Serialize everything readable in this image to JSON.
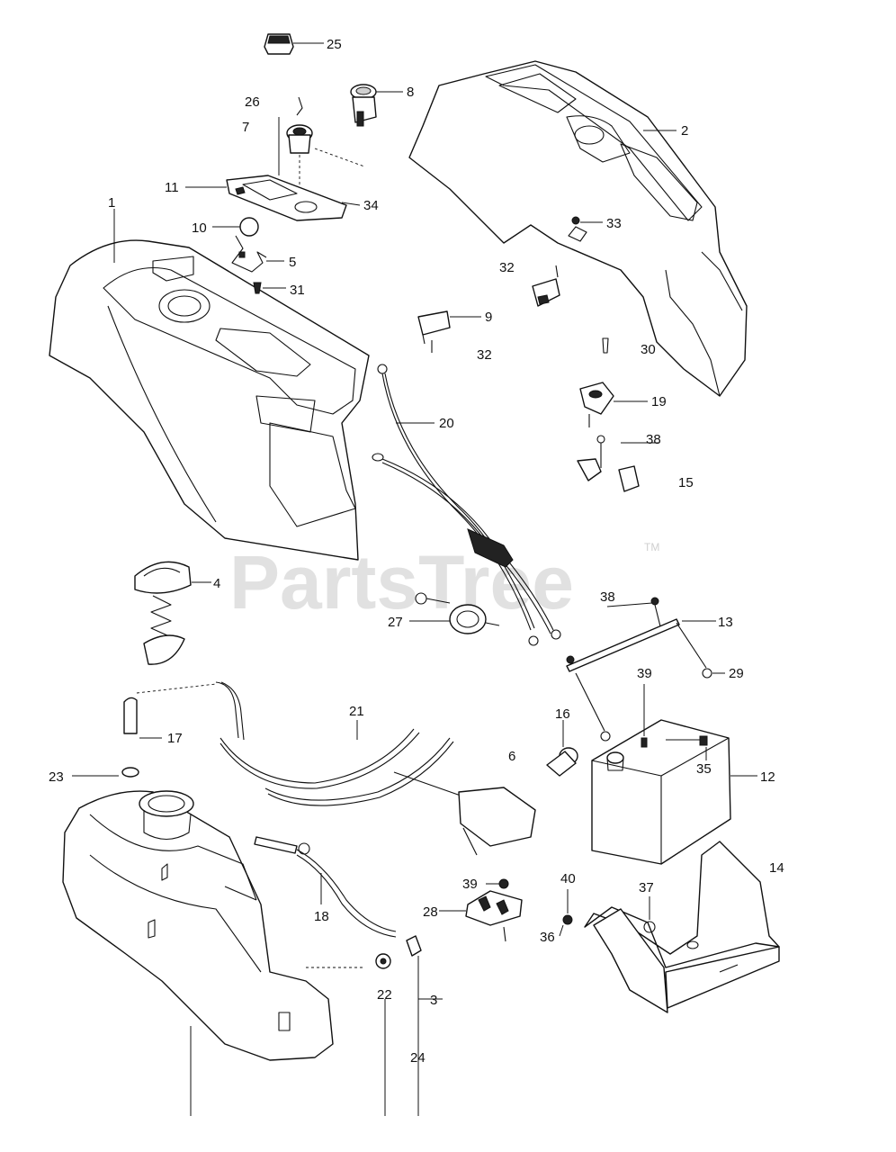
{
  "watermark": {
    "brand": "PartsTree",
    "tm": "TM"
  },
  "callouts": {
    "c1": "1",
    "c2": "2",
    "c3": "3",
    "c4": "4",
    "c5": "5",
    "c6": "6",
    "c7": "7",
    "c8": "8",
    "c9": "9",
    "c10": "10",
    "c11": "11",
    "c12": "12",
    "c13": "13",
    "c14": "14",
    "c15": "15",
    "c16": "16",
    "c17": "17",
    "c18": "18",
    "c19": "19",
    "c20": "20",
    "c21": "21",
    "c22": "22",
    "c23": "23",
    "c24": "24",
    "c25": "25",
    "c26": "26",
    "c27": "27",
    "c28": "28",
    "c29": "29",
    "c30": "30",
    "c31": "31",
    "c32a": "32",
    "c32b": "32",
    "c33": "33",
    "c34": "34",
    "c35": "35",
    "c36": "36",
    "c37": "37",
    "c38a": "38",
    "c38b": "38",
    "c39a": "39",
    "c39b": "39",
    "c40": "40"
  }
}
